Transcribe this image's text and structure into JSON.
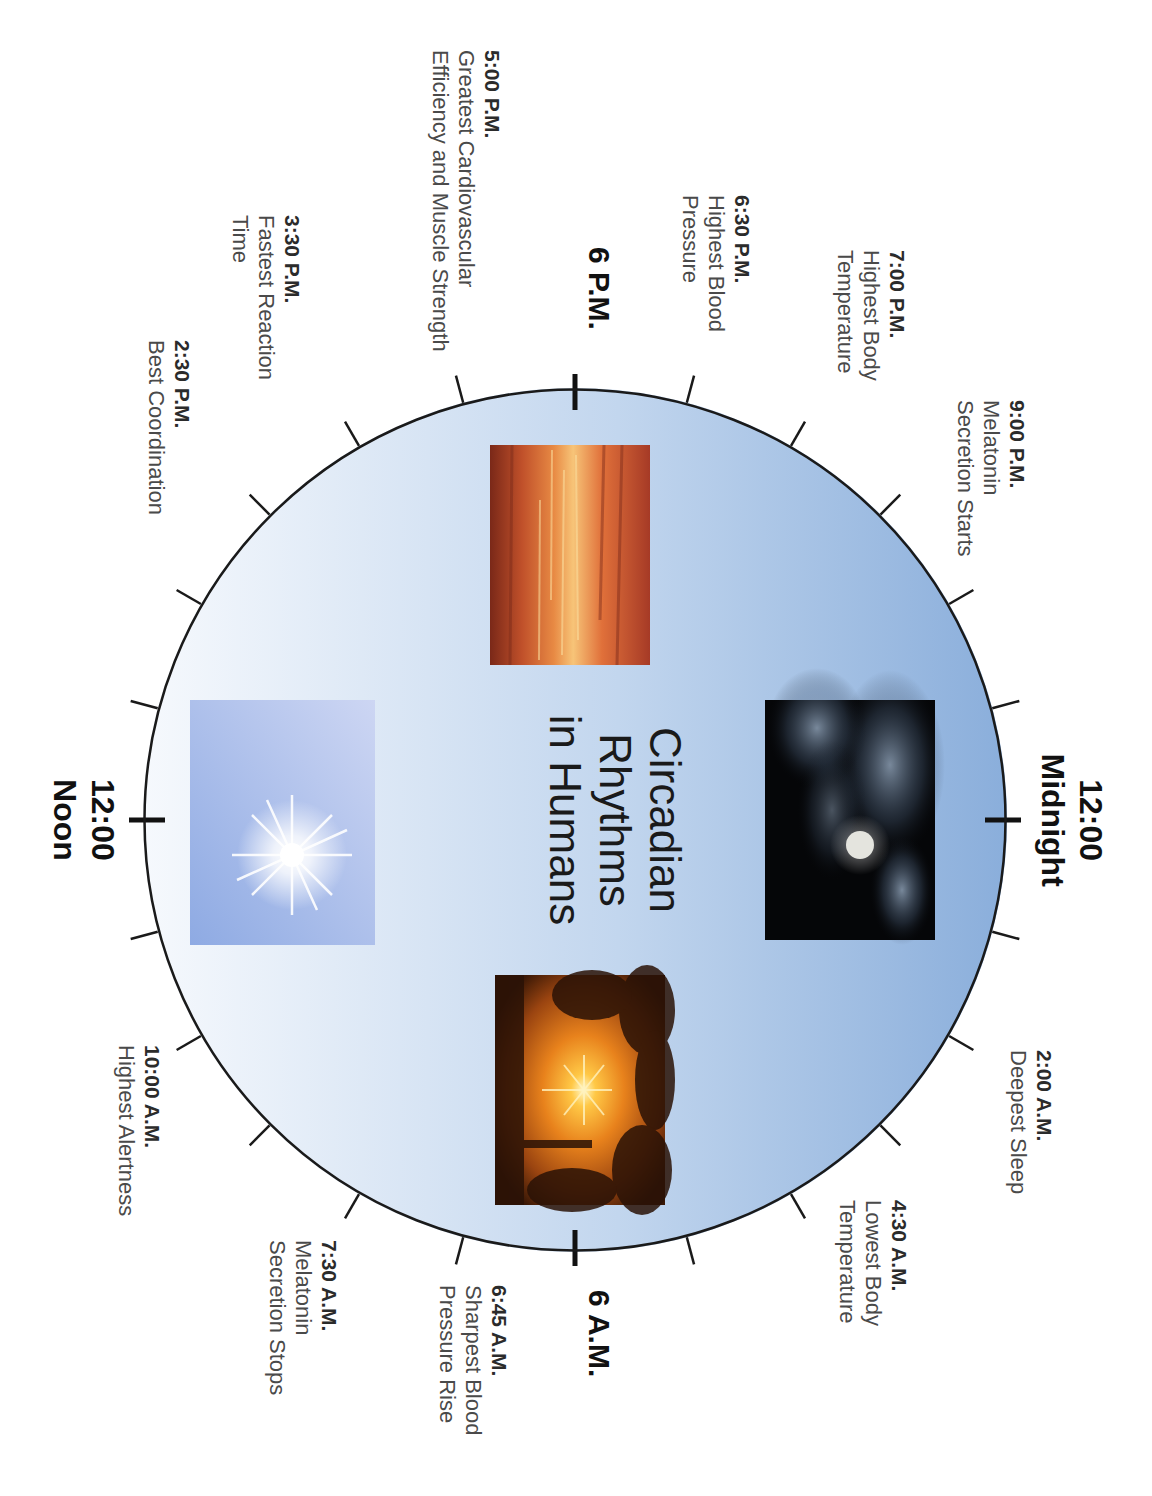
{
  "diagram": {
    "nodes": [
      {
        "text": [
          "Circadian Rhythms in Humans"
        ]
      }
    ],
    "labels": [
      "12:00 Midnight",
      "2:00 A.M.",
      "Deepest Sleep",
      "4:30 A.M.",
      "Lowest Body Temperature",
      "6 A.M.",
      "6:45 A.M.",
      "Sharpest Blood Pressure Rise",
      "7:30 A.M.",
      "Melatonin Secretion Stops",
      "10:00 A.M.",
      "Highest Alertness",
      "12:00 Noon",
      "2:30 P.M.",
      "Best Coordination",
      "3:30 P.M.",
      "Fastest Reaction Time",
      "5:00 P.M.",
      "Greatest Cardiovascular Efficiency and Muscle Strength",
      "6 P.M.",
      "6:30 P.M.",
      "Highest Blood Pressure",
      "7:00 P.M.",
      "Highest Body Temperature",
      "9:00 P.M.",
      "Melatonin Secretion Starts"
    ]
  }
}
